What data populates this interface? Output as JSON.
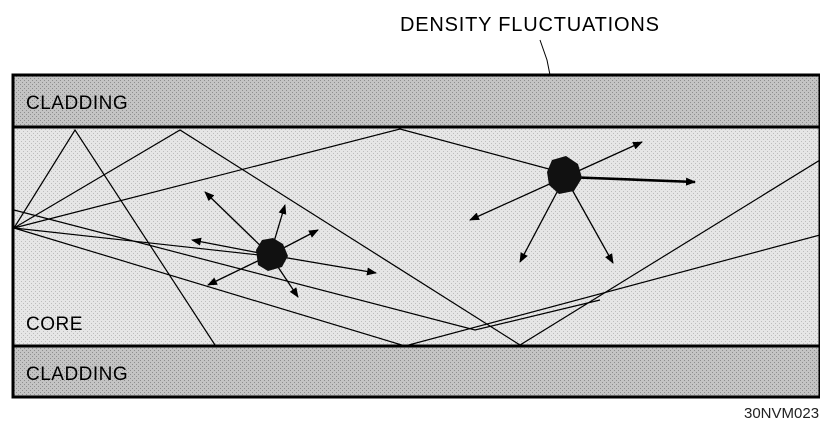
{
  "diagram": {
    "title": "DENSITY FLUCTUATIONS",
    "cladding_top_label": "CLADDING",
    "core_label": "CORE",
    "cladding_bottom_label": "CLADDING",
    "figure_code": "30NVM023",
    "colors": {
      "cladding": "#b9b9b9",
      "core": "#e2e2e2",
      "outline": "#000000",
      "scatter_center": "#111111"
    }
  }
}
